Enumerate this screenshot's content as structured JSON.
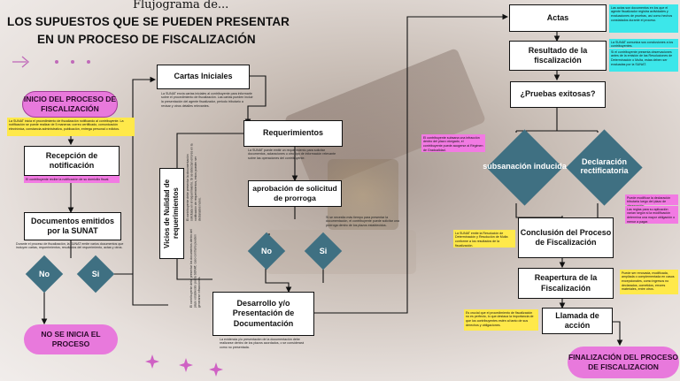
{
  "title": {
    "kicker": "Flujograma de...",
    "line1": "LOS SUPUESTOS QUE SE PUEDEN PRESENTAR",
    "line2": "EN UN PROCESO DE FISCALIZACIÓN"
  },
  "colors": {
    "pink": "#e879dc",
    "teal": "#3f7082",
    "yellow": "#ffe94a",
    "cyan": "#3ce7ea",
    "magenta": "#f27ae3"
  },
  "nodes": {
    "inicio": "INICIO DEL PROCESO DE FISCALIZACIÓN",
    "recepcion": "Recepción de notificación",
    "documentos": "Documentos emitidos por la SUNAT",
    "no_left": "No",
    "si_left": "Si",
    "no_inicia": "NO SE INICIA EL PROCESO",
    "cartas": "Cartas Iniciales",
    "requerimientos": "Requerimientos",
    "aprobacion": "aprobación de solicitud de prorroga",
    "no_mid": "No",
    "si_mid": "Si",
    "vicios": "Vicios de Nulidad de requerimientos",
    "desarrollo": "Desarrollo y/o Presentación de Documentación",
    "actas": "Actas",
    "resultado": "Resultado de la fiscalización",
    "pruebas": "¿Pruebas exitosas?",
    "subsanacion": "subsanación inducida",
    "declaracion": "Declaración rectificatoria",
    "conclusion": "Conclusión del Proceso de Fiscalización",
    "reapertura": "Reapertura de la Fiscalización",
    "llamada": "Llamada de acción",
    "finalizacion": "FINALIZACIÓN DEL PROCESO DE FISCALIZACION"
  },
  "notes": {
    "inicio_note": "La SUNAT inicia el procedimiento de fiscalización notificando al contribuyente. La notificación se puede realizar de 5 maneras: correo certificado, comunicación electrónica, constancia administrativa, publicación, entrega personal o edictos.",
    "recepcion_note": "El contribuyente recibe la notificación de su domicilio fiscal.",
    "documentos_note": "Durante el proceso de fiscalización, la SUNAT emite varios documentos que incluyen cartas, requerimientos, resultados del requerimiento, actas y otros.",
    "cartas_note": "La SUNAT envía cartas iniciales al contribuyente para informarle sobre el procedimiento de fiscalización. Las cartas pueden incluir la presentación del agente fiscalizador, periodo tributario a revisar y otros detalles relevantes.",
    "req_note": "La SUNAT puede emitir un requerimiento para solicitar documentos, aclaraciones u otro tipo de información relevante sobre las operaciones del contribuyente.",
    "prorroga_note": "Si se necesita más tiempo para presentar la documentación, el contribuyente puede solicitar una prórroga dentro de los plazos establecidos.",
    "vicios_note": "El contribuyente debe presentar la documentación solicitada en el requerimiento. Si se detectan errores en la notificación de requerimientos, estos pueden ser declarados nulos.",
    "vicios_note2": "El contribuyente debe presentar los documentos dentro del plazo establecido por la SUNAT, caso contrario pueden generarse infracciones.",
    "desarrollo_note": "La evidencia y/o presentación de la documentación debe realizarse dentro de los plazos acordados, o se considerará como no presentada.",
    "actas_note": "Las actas son documentos en los que el agente fiscalizador registra actividades y evaluaciones de pruebas, así como hechos constatados durante el proceso.",
    "resultado_note1": "La SUNAT comunica sus conclusiones a los contribuyentes.",
    "resultado_note2": "Si el contribuyente presenta observaciones antes de la emisión de las Resoluciones de Determinación o Multa, estas deben ser evaluadas por la SUNAT.",
    "subsanacion_note": "El contribuyente subsana una infracción dentro del plazo otorgado, el contribuyente puede acogerse al Régimen de Gradualidad.",
    "declaracion_note1": "Puede modificar la declaración tributaria luego del plazo de observación.",
    "declaracion_note2": "Las reglas para su aplicación varían según si la modificación determina una mayor obligación o menor a pagar.",
    "conclusion_note": "La SUNAT emite la Resolución de Determinación y Resolución de Multa conforme a los resultados de la fiscalización.",
    "reapertura_note": "Puede ser renovada, modificada, ampliada o complementada en casos excepcionales, como ingresos no declarados, cometidos, errores materiales, entre otros.",
    "llamada_note": "Es crucial que el procedimiento de fiscalización no es perfecto, lo que destaca la importancia de que los contribuyentes estén al tanto de sus derechos y obligaciones."
  }
}
